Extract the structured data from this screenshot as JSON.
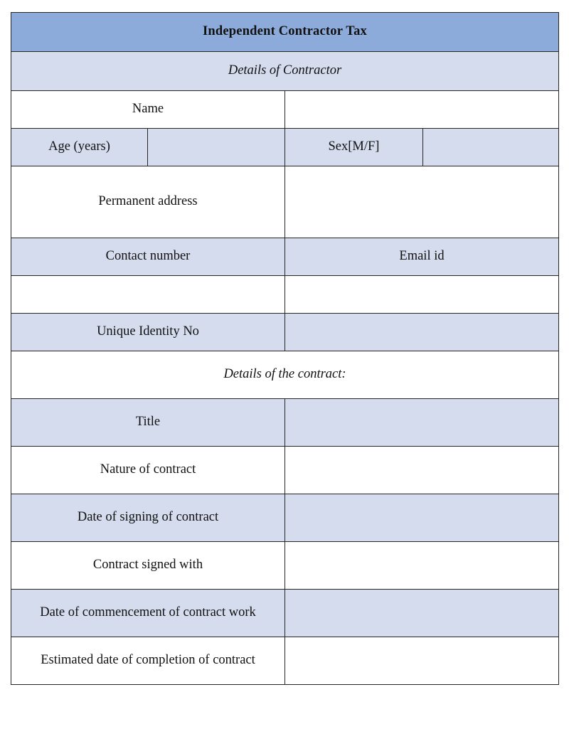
{
  "document": {
    "title": "Independent Contractor Tax"
  },
  "colors": {
    "header_blue": "#8cabdb",
    "row_blue": "#d5dced",
    "row_white": "#ffffff",
    "border_dark": "#262626",
    "border_blue": "#5b87b5",
    "text": "#111111"
  },
  "sections": {
    "contractor_heading": "Details of Contractor",
    "contract_heading": "Details of the contract:"
  },
  "contractor_fields": {
    "name": "Name",
    "name_value": "",
    "age": "Age (years)",
    "age_value": "",
    "sex": "Sex[M/F]",
    "sex_value": "",
    "permanent_address": "Permanent address",
    "permanent_address_value": "",
    "contact_number": "Contact number",
    "contact_number_value": "",
    "email_id": "Email id",
    "email_id_value": "",
    "unique_identity_no": "Unique Identity No",
    "unique_identity_no_value": ""
  },
  "contract_rows": [
    {
      "label": "Title",
      "value": "",
      "shaded": true
    },
    {
      "label": "Nature of contract",
      "value": "",
      "shaded": false
    },
    {
      "label": "Date of signing of contract",
      "value": "",
      "shaded": true
    },
    {
      "label": "Contract signed with",
      "value": "",
      "shaded": false
    },
    {
      "label": "Date of commencement of contract work",
      "value": "",
      "shaded": true
    },
    {
      "label": "Estimated date of completion of contract",
      "value": "",
      "shaded": false
    }
  ]
}
